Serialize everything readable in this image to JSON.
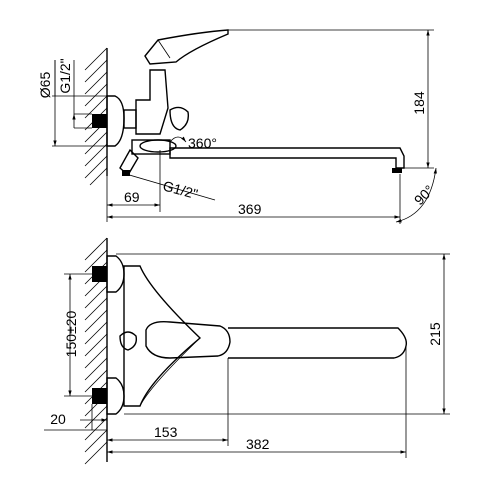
{
  "side_view": {
    "dims": {
      "flange_diameter": "Ø65",
      "thread_top": "G1/2\"",
      "rotation": "360°",
      "thread_bottom": "G1/2\"",
      "depth": "69",
      "spout_length": "369",
      "height": "184",
      "spout_angle": "90°"
    }
  },
  "front_view": {
    "dims": {
      "center_distance": "150±20",
      "offset": "20",
      "handle_offset": "153",
      "total_length": "382",
      "total_height": "215"
    }
  }
}
